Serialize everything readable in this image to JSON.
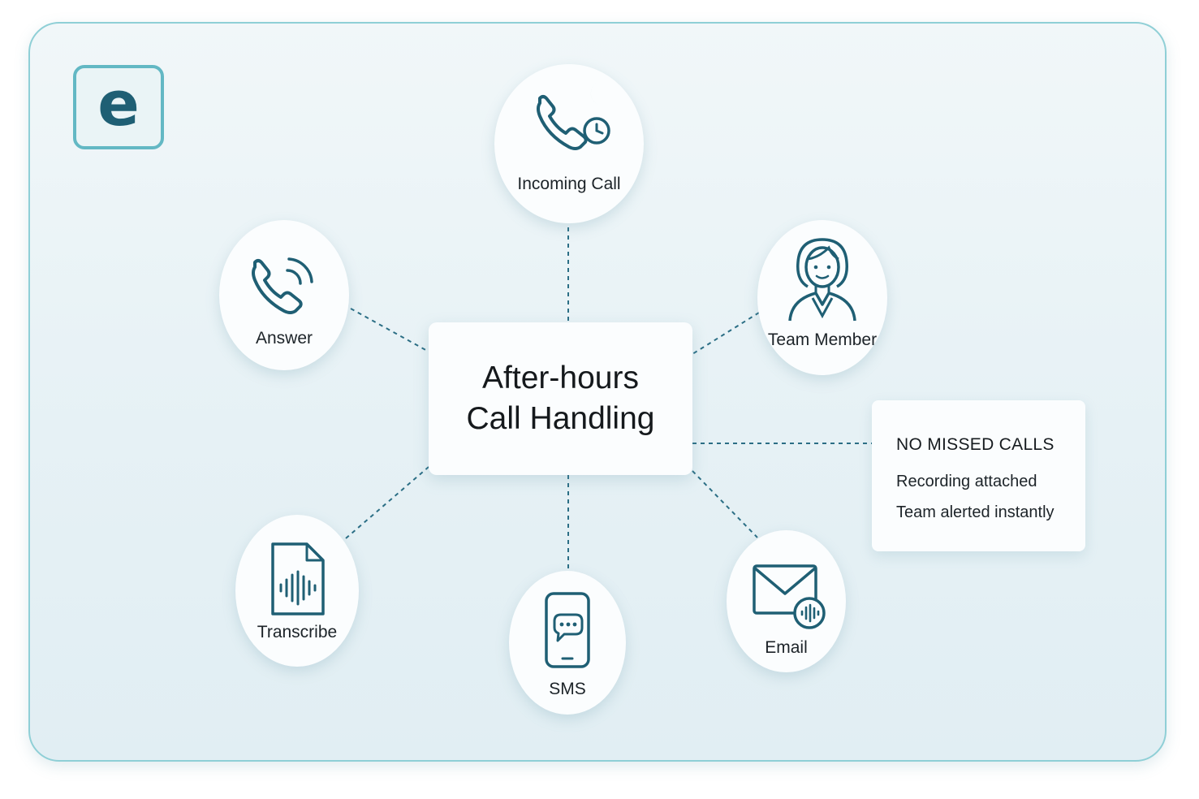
{
  "logo": {
    "letter": "e"
  },
  "center": {
    "line1": "After-hours",
    "line2": "Call Handling"
  },
  "nodes": {
    "incoming_call": "Incoming Call",
    "answer": "Answer",
    "team_member": "Team Member",
    "transcribe": "Transcribe",
    "sms": "SMS",
    "email": "Email"
  },
  "note": {
    "title": "NO MISSED CALLS",
    "line1": "Recording attached",
    "line2": "Team alerted instantly"
  },
  "icons": {
    "incoming_call": "phone-moon-clock-icon",
    "answer": "phone-ringing-icon",
    "team_member": "person-icon",
    "transcribe": "audio-file-icon",
    "sms": "mobile-chat-icon",
    "email": "envelope-audio-icon"
  },
  "colors": {
    "accent": "#1f5f74",
    "border": "#8fcfd6",
    "connector": "#2b6e85"
  }
}
